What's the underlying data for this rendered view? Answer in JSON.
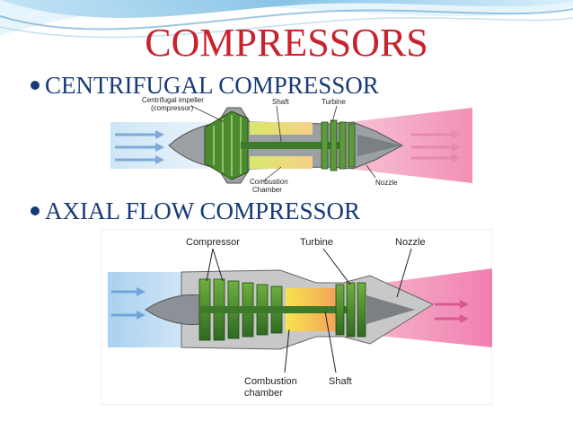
{
  "slide": {
    "title": "COMPRESSORS",
    "bullets": [
      {
        "text": "CENTRIFUGAL COMPRESSOR"
      },
      {
        "text": "AXIAL FLOW COMPRESSOR"
      }
    ]
  },
  "figure_centrifugal": {
    "labels": {
      "impeller_line1": "Centrifugal impeller",
      "impeller_line2": "(compressor)",
      "shaft": "Shaft",
      "turbine": "Turbine",
      "nozzle": "Nozzle",
      "combustion_line1": "Combustion",
      "combustion_line2": "Chamber"
    }
  },
  "figure_axial": {
    "labels": {
      "compressor": "Compressor",
      "turbine": "Turbine",
      "nozzle": "Nozzle",
      "combustion_line1": "Combustion",
      "combustion_line2": "chamber",
      "shaft": "Shaft"
    }
  },
  "colors": {
    "title": "#c8222e",
    "bullet_text": "#173a78",
    "decor_blue": "#5aa0d0",
    "intake_blue": "#8fbfe6",
    "exhaust_pink": "#f08fb8",
    "compressor_green": "#3f7f2f",
    "combustion_yellow": "#f5e04a"
  }
}
